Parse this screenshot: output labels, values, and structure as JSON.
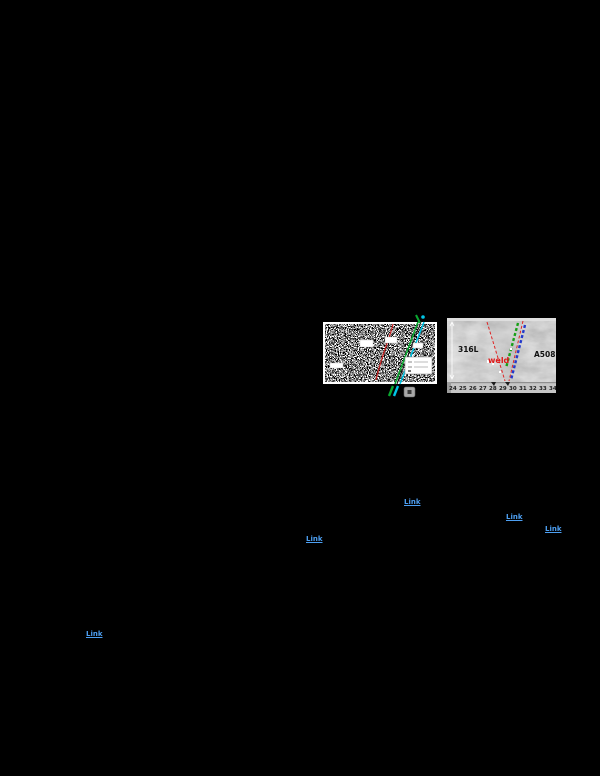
{
  "page": {
    "background": "#000000"
  },
  "figure": {
    "left_image": {
      "kind": "binarized-micrograph-with-indentation-traverses",
      "colors": {
        "red_line": "#c42222",
        "green_line": "#0aa830",
        "cyan_line": "#00c6e6",
        "dark_line": "#151515"
      }
    },
    "right_image": {
      "kind": "weld-macrograph-with-ruler",
      "labels": {
        "left_material": "316L",
        "weld": "weld",
        "right_material": "A508"
      },
      "label_colors": {
        "material": "#111111",
        "weld": "#e01818"
      },
      "marker_colors": {
        "fusion_boundary": "#e02424",
        "green_series": "#17a017",
        "blue_series": "#2239cc",
        "scale_arrow": "#ffffff"
      },
      "ruler_numbers": [
        "24",
        "25",
        "26",
        "27",
        "28",
        "29",
        "30",
        "31",
        "32",
        "33",
        "34"
      ]
    }
  },
  "links": [
    {
      "label": "Link"
    },
    {
      "label": "Link"
    },
    {
      "label": "Link"
    },
    {
      "label": "Link"
    },
    {
      "label": "Link"
    }
  ],
  "link_color": "#4d9ff2"
}
